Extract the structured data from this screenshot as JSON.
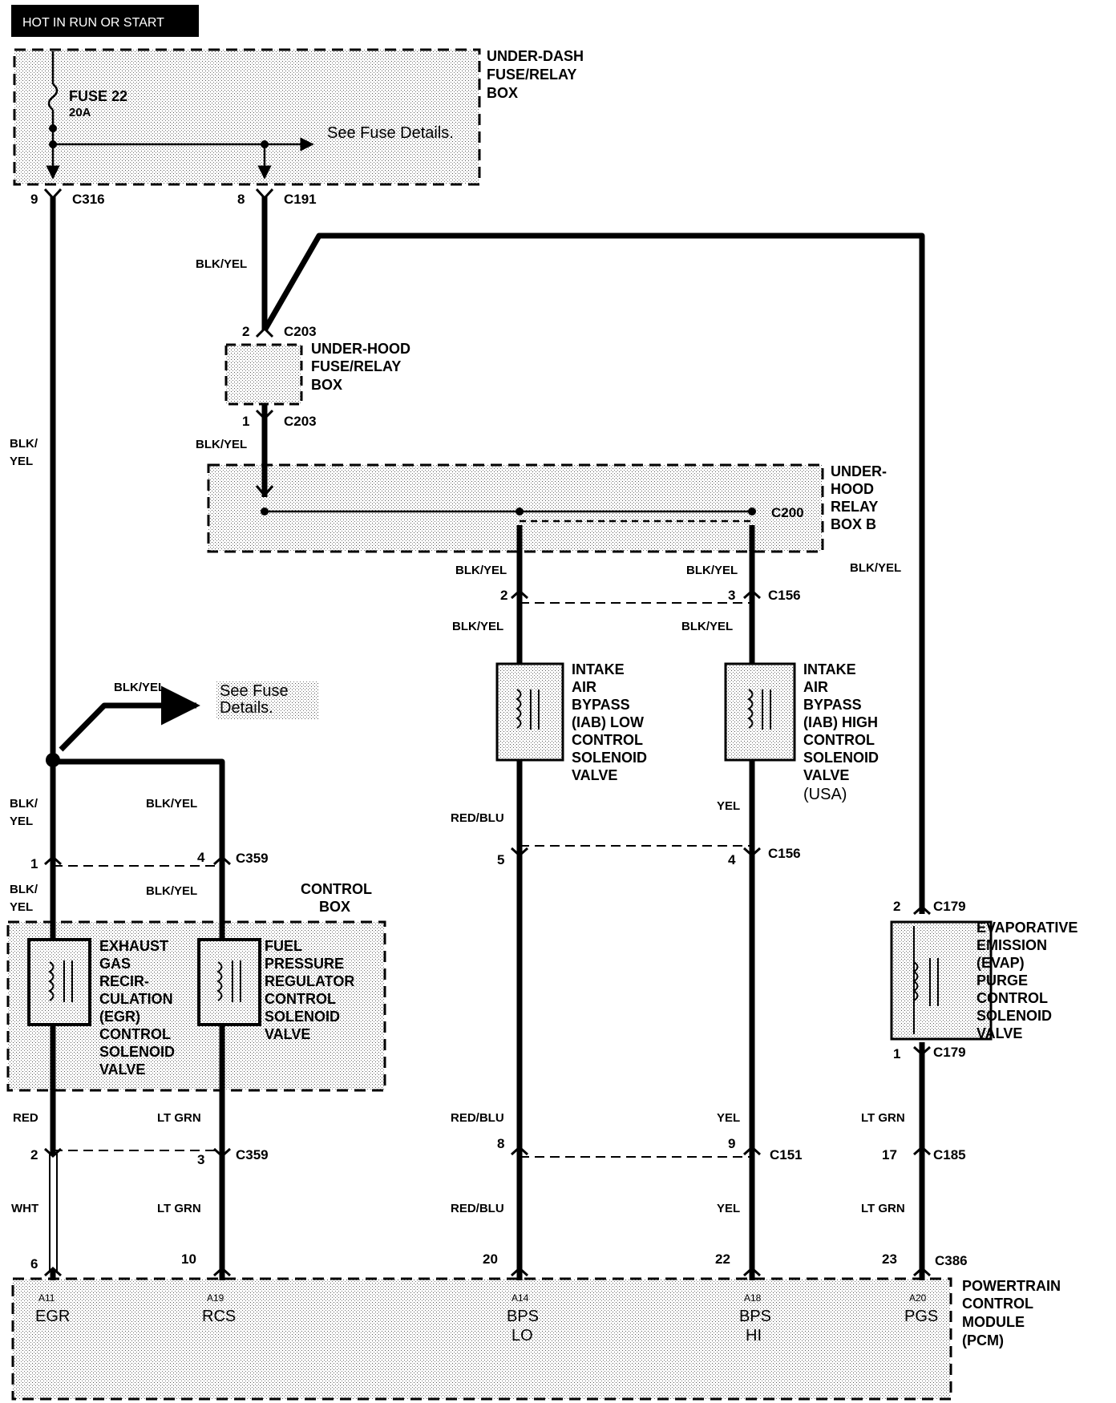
{
  "header": {
    "title": "HOT IN RUN OR START"
  },
  "underdash_box": {
    "line1": "UNDER-DASH",
    "line2": "FUSE/RELAY",
    "line3": "BOX",
    "fuse_name": "FUSE 22",
    "fuse_rating": "20A",
    "see_fuse": "See Fuse Details."
  },
  "connectors": {
    "c316": {
      "name": "C316",
      "pin": "9"
    },
    "c191": {
      "name": "C191",
      "pin": "8"
    },
    "c203_top": {
      "name": "C203",
      "pin": "2"
    },
    "c203_bot": {
      "name": "C203",
      "pin": "1"
    },
    "c200": {
      "name": "C200"
    },
    "c156_top": {
      "name": "C156",
      "pin_a": "2",
      "pin_b": "3"
    },
    "c156_bot": {
      "name": "C156",
      "pin_a": "5",
      "pin_b": "4"
    },
    "c359_top": {
      "name": "C359",
      "pin_a": "1",
      "pin_b": "4"
    },
    "c359_bot": {
      "name": "C359",
      "pin_a": "2",
      "pin_b": "3"
    },
    "c179_top": {
      "name": "C179",
      "pin": "2"
    },
    "c179_bot": {
      "name": "C179",
      "pin": "1"
    },
    "c151": {
      "name": "C151",
      "pin_a": "8",
      "pin_b": "9"
    },
    "c185": {
      "name": "C185",
      "pin": "17"
    },
    "c386": {
      "name": "C386",
      "pins": [
        "6",
        "10",
        "20",
        "22",
        "23"
      ]
    }
  },
  "underhood_box": {
    "line1": "UNDER-HOOD",
    "line2": "FUSE/RELAY",
    "line3": "BOX"
  },
  "relay_box_b": {
    "line1": "UNDER-",
    "line2": "HOOD",
    "line3": "RELAY",
    "line4": "BOX B"
  },
  "control_box": {
    "line1": "CONTROL",
    "line2": "BOX"
  },
  "see_fuse_2": {
    "line1": "See Fuse",
    "line2": "Details."
  },
  "wires": {
    "blk_yel": "BLK/YEL",
    "blk": "BLK/",
    "yel_short": "YEL",
    "red": "RED",
    "wht": "WHT",
    "lt_grn": "LT GRN",
    "red_blu": "RED/BLU",
    "yel": "YEL"
  },
  "components": {
    "iab_low": [
      "INTAKE",
      "AIR",
      "BYPASS",
      "(IAB) LOW",
      "CONTROL",
      "SOLENOID",
      "VALVE"
    ],
    "iab_high": [
      "INTAKE",
      "AIR",
      "BYPASS",
      "(IAB) HIGH",
      "CONTROL",
      "SOLENOID",
      "VALVE"
    ],
    "iab_high_note": "(USA)",
    "egr": [
      "EXHAUST",
      "GAS",
      "RECIR-",
      "CULATION",
      "(EGR)",
      "CONTROL",
      "SOLENOID",
      "VALVE"
    ],
    "fpr": [
      "FUEL",
      "PRESSURE",
      "REGULATOR",
      "CONTROL",
      "SOLENOID",
      "VALVE"
    ],
    "evap": [
      "EVAPORATIVE",
      "EMISSION",
      "(EVAP)",
      "PURGE",
      "CONTROL",
      "SOLENOID",
      "VALVE"
    ]
  },
  "pcm": {
    "title": [
      "POWERTRAIN",
      "CONTROL",
      "MODULE",
      "(PCM)"
    ],
    "terminals": [
      {
        "code": "A11",
        "name": "EGR",
        "name2": ""
      },
      {
        "code": "A19",
        "name": "RCS",
        "name2": ""
      },
      {
        "code": "A14",
        "name": "BPS",
        "name2": "LO"
      },
      {
        "code": "A18",
        "name": "BPS",
        "name2": "HI"
      },
      {
        "code": "A20",
        "name": "PGS",
        "name2": ""
      }
    ]
  }
}
